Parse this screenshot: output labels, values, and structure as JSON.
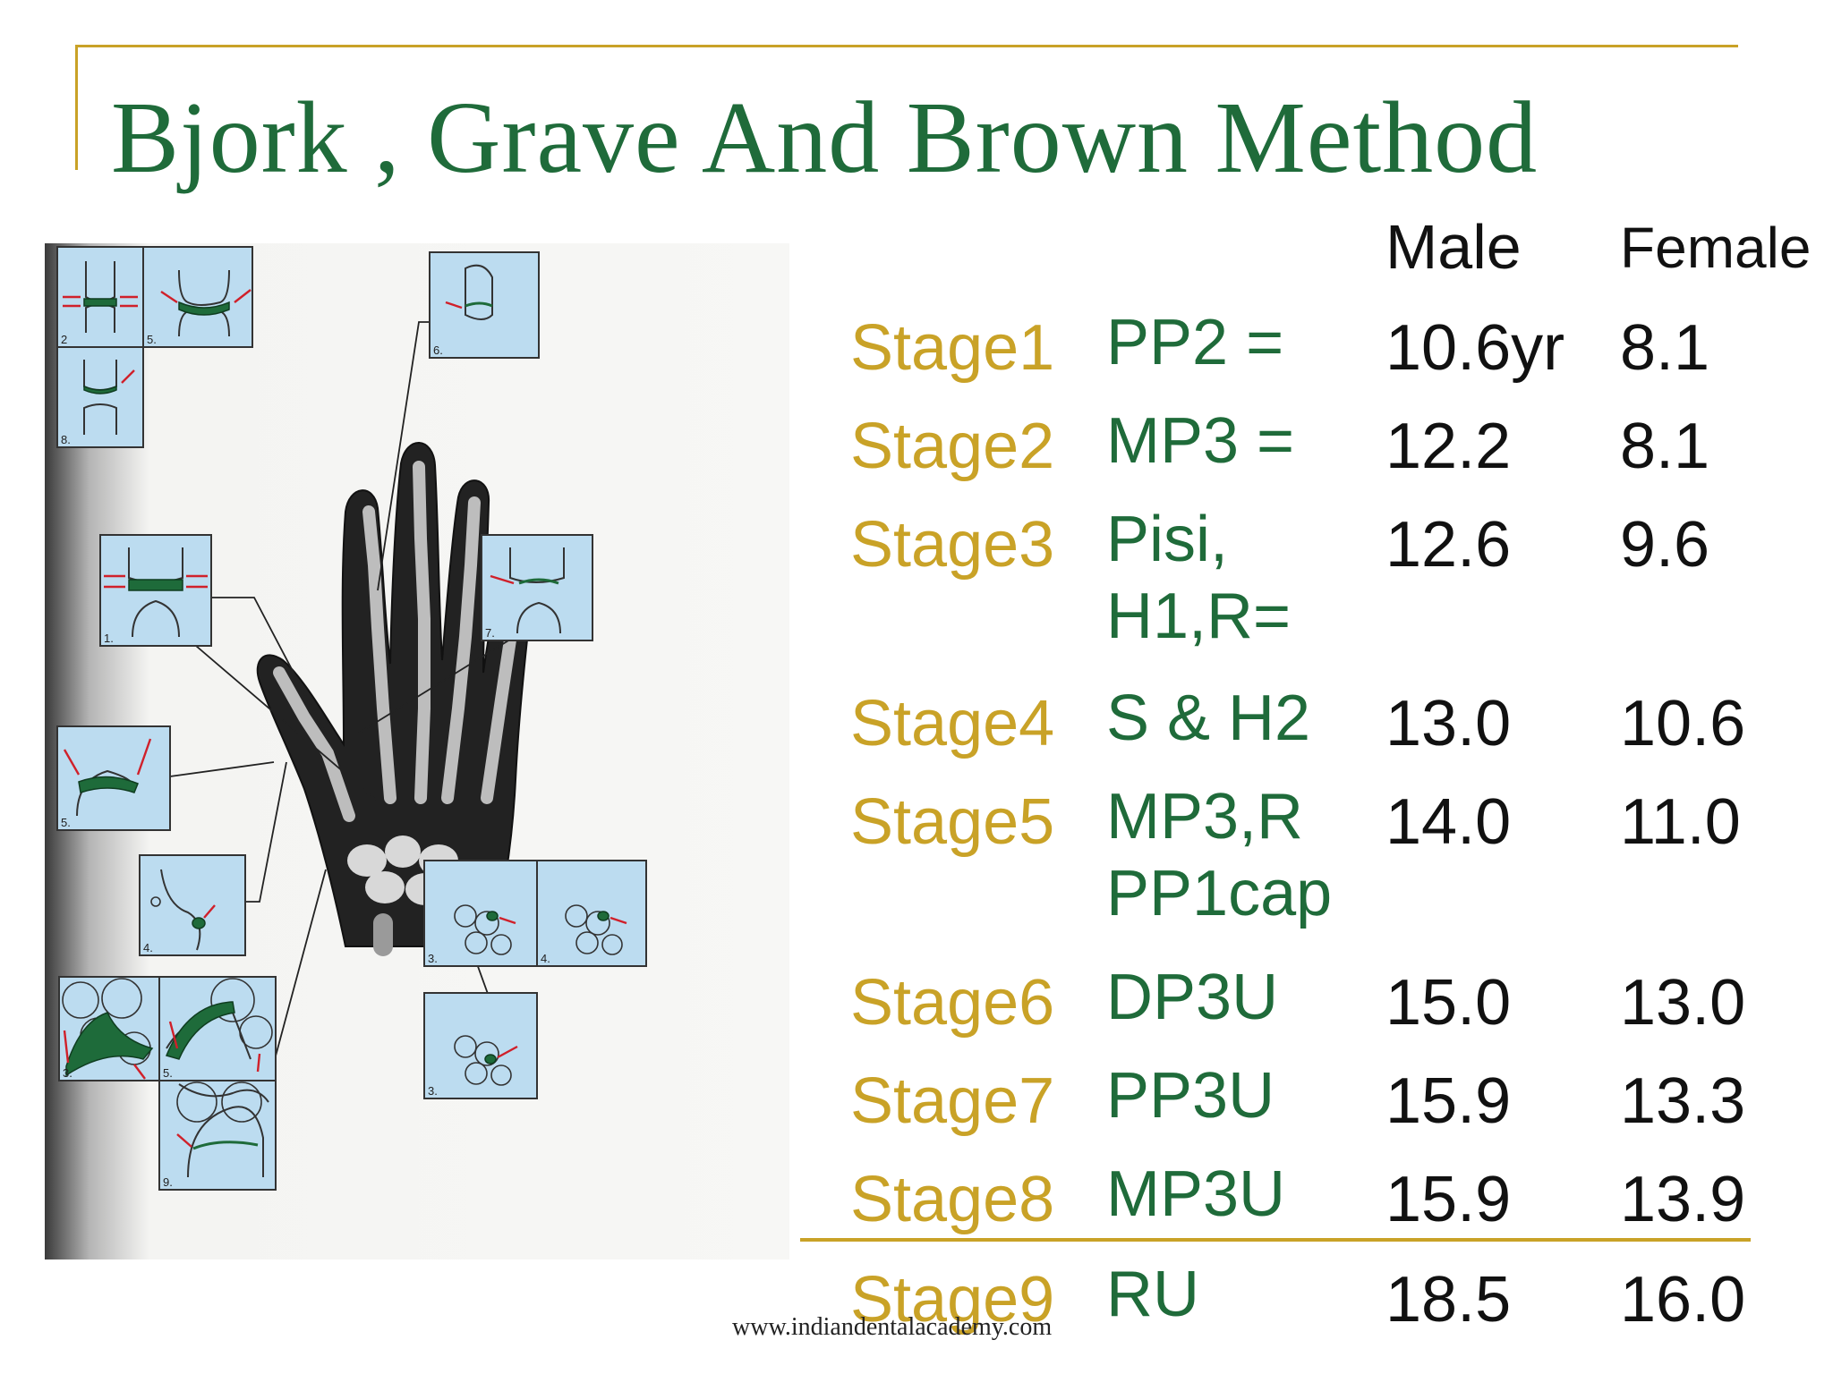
{
  "title": "Bjork , Grave And Brown Method",
  "columns": {
    "male": "Male",
    "female": "Female"
  },
  "stages": [
    {
      "stage": "Stage1",
      "code": [
        "PP2 ="
      ],
      "male": "10.6yr",
      "female": "8.1"
    },
    {
      "stage": "Stage2",
      "code": [
        "MP3 ="
      ],
      "male": "12.2",
      "female": "8.1"
    },
    {
      "stage": "Stage3",
      "code": [
        "Pisi,",
        "H1,R="
      ],
      "male": "12.6",
      "female": "9.6"
    },
    {
      "stage": "Stage4",
      "code": [
        "S & H2"
      ],
      "male": "13.0",
      "female": "10.6"
    },
    {
      "stage": "Stage5",
      "code": [
        "MP3,R",
        "PP1cap"
      ],
      "male": "14.0",
      "female": "11.0"
    },
    {
      "stage": "Stage6",
      "code": [
        "DP3U"
      ],
      "male": "15.0",
      "female": "13.0"
    },
    {
      "stage": "Stage7",
      "code": [
        "PP3U"
      ],
      "male": "15.9",
      "female": "13.3"
    },
    {
      "stage": "Stage8",
      "code": [
        "MP3U"
      ],
      "male": "15.9",
      "female": "13.9"
    },
    {
      "stage": "Stage9",
      "code": [
        "RU"
      ],
      "male": "18.5",
      "female": "16.0"
    }
  ],
  "figure": {
    "panel_numbers": [
      "2",
      "5.",
      "8.",
      "1.",
      "5.",
      "4.",
      "3.",
      "5.",
      "9.",
      "6.",
      "7.",
      "3.",
      "4.",
      "3."
    ]
  },
  "footer": "www.indiandentalacademy.com",
  "colors": {
    "accent_gold": "#c9a227",
    "title_green": "#1f6b3a",
    "panel_blue": "#bcdcf0"
  }
}
